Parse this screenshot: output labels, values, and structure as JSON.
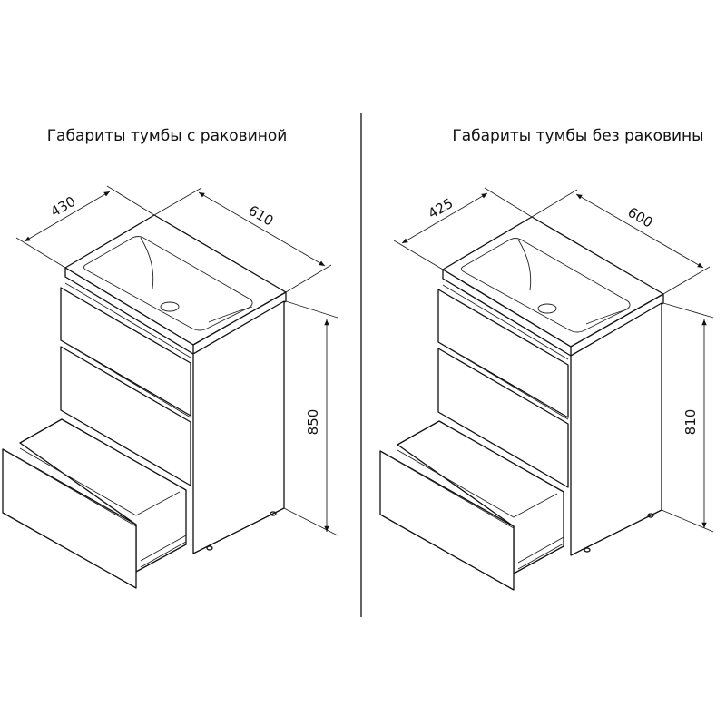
{
  "left": {
    "title": "Габариты тумбы с раковиной",
    "depth": "430",
    "width": "610",
    "height": "850"
  },
  "right": {
    "title": "Габариты тумбы без раковины",
    "depth": "425",
    "width": "600",
    "height": "810"
  }
}
